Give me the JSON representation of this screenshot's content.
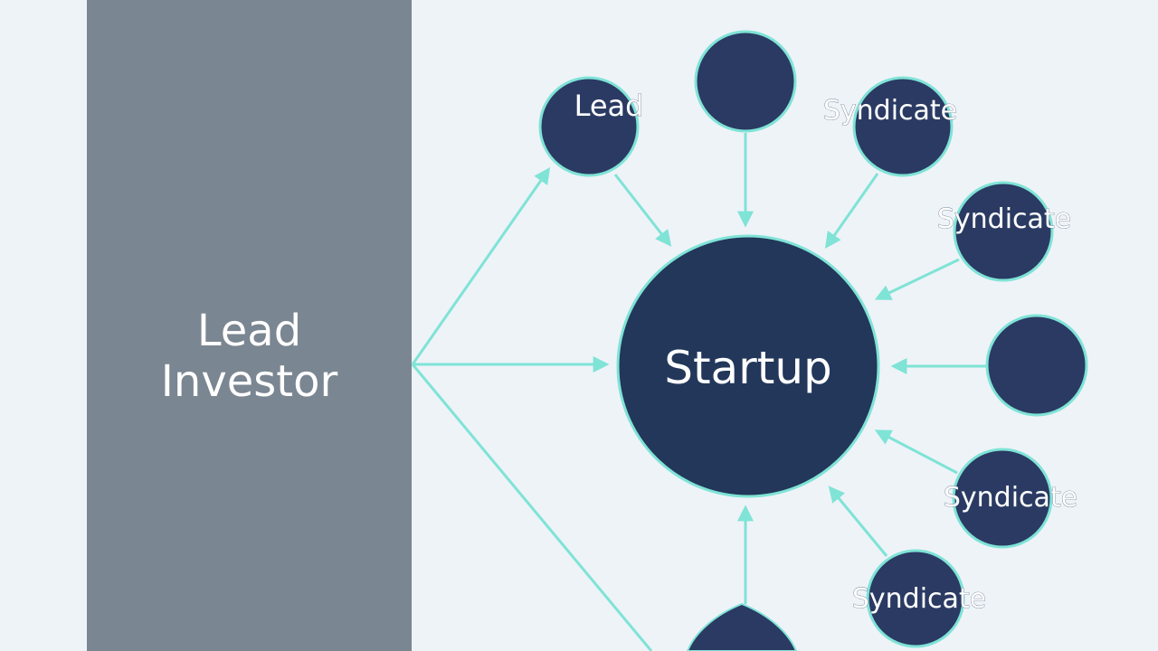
{
  "left_panel": {
    "title_line1": "Lead",
    "title_line2": "Investor"
  },
  "center_node": {
    "label": "Startup"
  },
  "satellites": [
    {
      "id": "lead",
      "label": "Lead"
    },
    {
      "id": "top",
      "label": ""
    },
    {
      "id": "syndicate-1",
      "label": "Syndicate"
    },
    {
      "id": "syndicate-2",
      "label": "Syndicate"
    },
    {
      "id": "right",
      "label": ""
    },
    {
      "id": "syndicate-3",
      "label": "Syndicate"
    },
    {
      "id": "syndicate-4",
      "label": "Syndicate"
    },
    {
      "id": "bottom",
      "label": ""
    }
  ],
  "colors": {
    "background": "#eef3f8",
    "panel": "#7a8691",
    "node_fill": "#2a3a63",
    "center_fill": "#22375a",
    "node_outline": "#7fe3d6",
    "arrow": "#7fe3d6"
  }
}
